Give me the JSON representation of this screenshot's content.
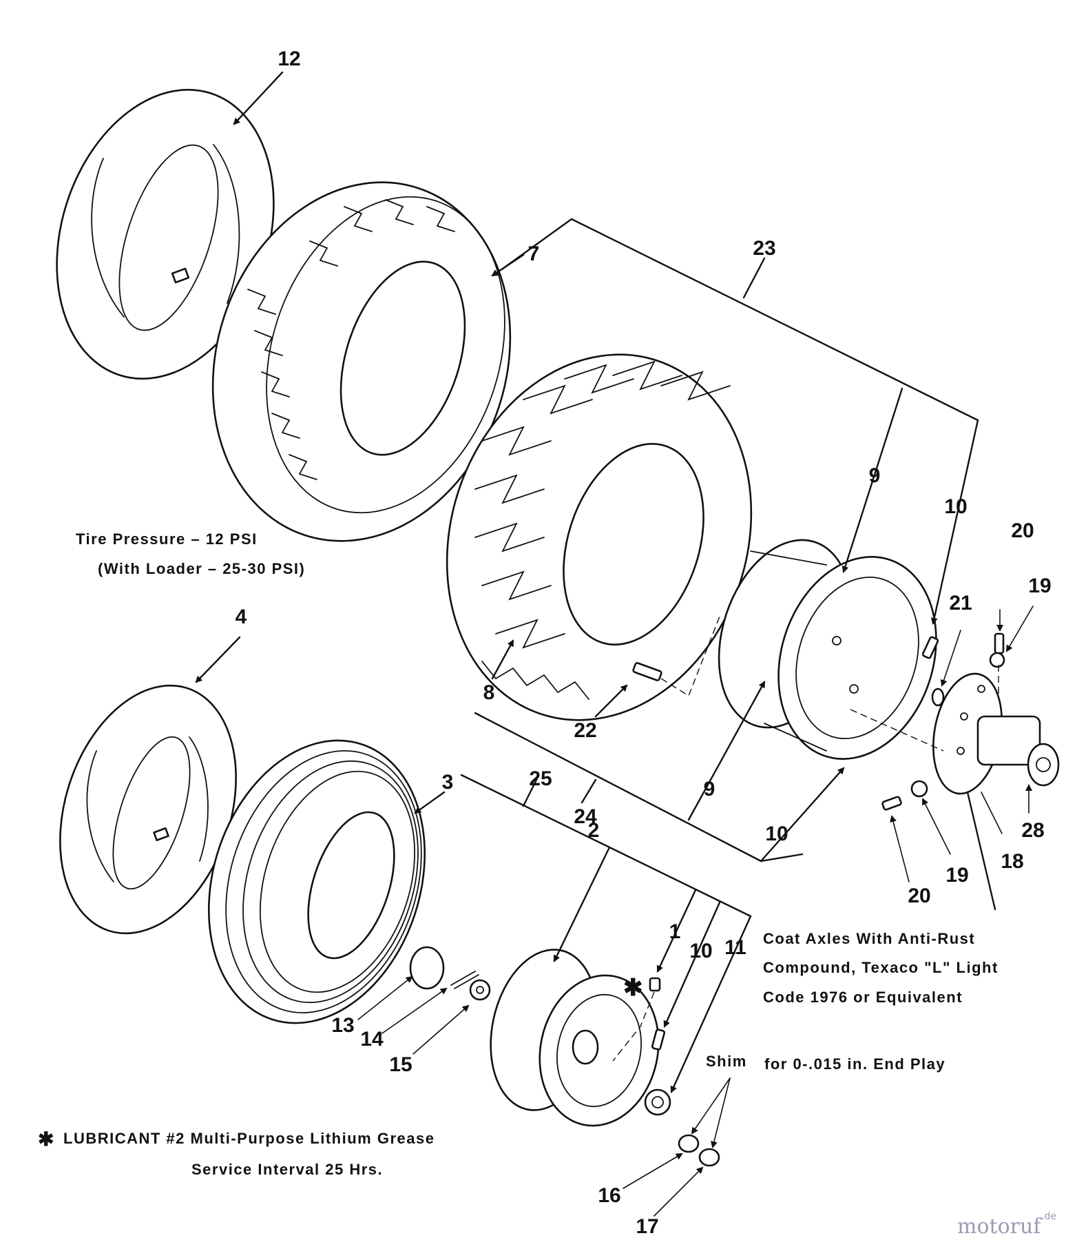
{
  "callouts": {
    "c12": "12",
    "c7": "7",
    "c23": "23",
    "c9_upper": "9",
    "c10_upper": "10",
    "c20_upper": "20",
    "c19_upper": "19",
    "c21": "21",
    "c8": "8",
    "c22": "22",
    "c9_lower": "9",
    "c24": "24",
    "c10_hub": "10",
    "c20_lower": "20",
    "c19_lower": "19",
    "c18": "18",
    "c28": "28",
    "c4": "4",
    "c3": "3",
    "c25": "25",
    "c2": "2",
    "c1": "1",
    "c10_front": "10",
    "c11": "11",
    "c13": "13",
    "c14": "14",
    "c15": "15",
    "c16": "16",
    "c17": "17"
  },
  "notes": {
    "tire_pressure": "Tire Pressure  –  12 PSI",
    "tire_pressure_loader": "(With Loader  –  25-30 PSI)",
    "coat_axles_line1": "Coat Axles With Anti-Rust",
    "coat_axles_line2": "Compound, Texaco \"L\" Light",
    "coat_axles_line3": "Code 1976 or Equivalent",
    "shim": "Shim",
    "end_play": "for 0-.015 in. End Play",
    "lubricant_line1": "LUBRICANT #2 Multi-Purpose Lithium Grease",
    "lubricant_line2": "Service Interval 25 Hrs.",
    "asterisk": "✱"
  },
  "watermark": {
    "name": "motoruf",
    "suffix": ".de"
  }
}
